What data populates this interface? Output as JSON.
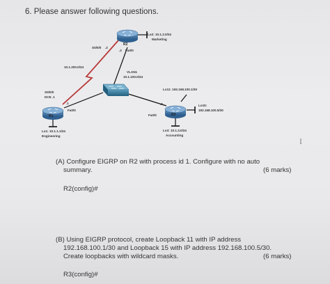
{
  "question": {
    "number_title": "6.  Please answer following questions."
  },
  "diagram": {
    "r2": {
      "name": "R2",
      "s0": "S0/0/0",
      "s0_addr": ".2",
      "fa": "Fa0/0",
      "fa_addr": ".2",
      "lo": "Lo2: 10.1.2.0/24",
      "lo_desc": "Marketing"
    },
    "r1": {
      "name": "R1",
      "s0": "S0/0/0",
      "dce": "DCE .1",
      "fa": "Fa0/0",
      "fa_addr": ".1",
      "lo": "Lo1: 10.1.1.1/24",
      "lo_desc": "Engineering"
    },
    "r3": {
      "name": "R3",
      "fa": "Fa0/0",
      "fa_addr": ".3",
      "lo11": "Lo11: 192.168.100.1/30",
      "lo15": "Lo15:",
      "lo15_addr": "192.168.100.5/30",
      "lo3": "Lo3: 10.1.3.0/24",
      "lo3_desc": "Accounting"
    },
    "serial_net": "10.1.200.0/24",
    "vlan": "VLAN1",
    "vlan_net": "10.1.100.0/24"
  },
  "part_a": {
    "line1": "(A) Configure EIGRP on R2 with process id 1.  Configure with no auto",
    "line2": "summary.",
    "marks": "(6 marks)",
    "prompt": "R2(config)#"
  },
  "part_b": {
    "line1": "(B) Using EIGRP protocol, create Loopback 11 with IP address",
    "line2": "192.168.100.1/30 and Loopback 15 with IP address 192.168.100.5/30.",
    "line3": "Create loopbacks with wildcard masks.",
    "marks": "(6 marks)",
    "prompt": "R3(config)#"
  },
  "colors": {
    "router": "#3b6fa0",
    "serial_link": "#b83a3a",
    "switch": "#2f6f8f"
  }
}
